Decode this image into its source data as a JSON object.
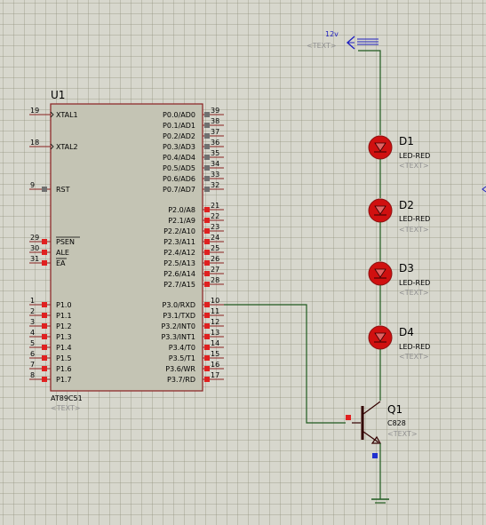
{
  "power": {
    "label": "12v",
    "text_placeholder": "<TEXT>"
  },
  "mcu": {
    "ref": "U1",
    "part": "AT89C51",
    "text_placeholder": "<TEXT>",
    "left_pins": [
      {
        "num": "19",
        "name": "XTAL1"
      },
      {
        "num": "18",
        "name": "XTAL2"
      },
      {
        "num": "9",
        "name": "RST"
      },
      {
        "num": "29",
        "name": "PSEN"
      },
      {
        "num": "30",
        "name": "ALE"
      },
      {
        "num": "31",
        "name": "EA"
      },
      {
        "num": "1",
        "name": "P1.0"
      },
      {
        "num": "2",
        "name": "P1.1"
      },
      {
        "num": "3",
        "name": "P1.2"
      },
      {
        "num": "4",
        "name": "P1.3"
      },
      {
        "num": "5",
        "name": "P1.4"
      },
      {
        "num": "6",
        "name": "P1.5"
      },
      {
        "num": "7",
        "name": "P1.6"
      },
      {
        "num": "8",
        "name": "P1.7"
      }
    ],
    "right_pins": [
      {
        "num": "39",
        "name": "P0.0/AD0"
      },
      {
        "num": "38",
        "name": "P0.1/AD1"
      },
      {
        "num": "37",
        "name": "P0.2/AD2"
      },
      {
        "num": "36",
        "name": "P0.3/AD3"
      },
      {
        "num": "35",
        "name": "P0.4/AD4"
      },
      {
        "num": "34",
        "name": "P0.5/AD5"
      },
      {
        "num": "33",
        "name": "P0.6/AD6"
      },
      {
        "num": "32",
        "name": "P0.7/AD7"
      },
      {
        "num": "21",
        "name": "P2.0/A8"
      },
      {
        "num": "22",
        "name": "P2.1/A9"
      },
      {
        "num": "23",
        "name": "P2.2/A10"
      },
      {
        "num": "24",
        "name": "P2.3/A11"
      },
      {
        "num": "25",
        "name": "P2.4/A12"
      },
      {
        "num": "26",
        "name": "P2.5/A13"
      },
      {
        "num": "27",
        "name": "P2.6/A14"
      },
      {
        "num": "28",
        "name": "P2.7/A15"
      },
      {
        "num": "10",
        "name": "P3.0/RXD"
      },
      {
        "num": "11",
        "name": "P3.1/TXD"
      },
      {
        "num": "12",
        "name": "P3.2/INT0"
      },
      {
        "num": "13",
        "name": "P3.3/INT1"
      },
      {
        "num": "14",
        "name": "P3.4/T0"
      },
      {
        "num": "15",
        "name": "P3.5/T1"
      },
      {
        "num": "16",
        "name": "P3.6/WR"
      },
      {
        "num": "17",
        "name": "P3.7/RD"
      }
    ]
  },
  "leds": [
    {
      "ref": "D1",
      "part": "LED-RED",
      "text_placeholder": "<TEXT>"
    },
    {
      "ref": "D2",
      "part": "LED-RED",
      "text_placeholder": "<TEXT>"
    },
    {
      "ref": "D3",
      "part": "LED-RED",
      "text_placeholder": "<TEXT>"
    },
    {
      "ref": "D4",
      "part": "LED-RED",
      "text_placeholder": "<TEXT>"
    }
  ],
  "transistor": {
    "ref": "Q1",
    "part": "C828",
    "text_placeholder": "<TEXT>"
  },
  "colors": {
    "wire": "#1f5a1f",
    "pin_red": "#e02020",
    "pin_grey": "#707070",
    "chip_fill": "#c4c4b4",
    "chip_border": "#8a2020",
    "led_red": "#d01010",
    "power_blue": "#2020c0",
    "placeholder_grey": "#909090"
  }
}
